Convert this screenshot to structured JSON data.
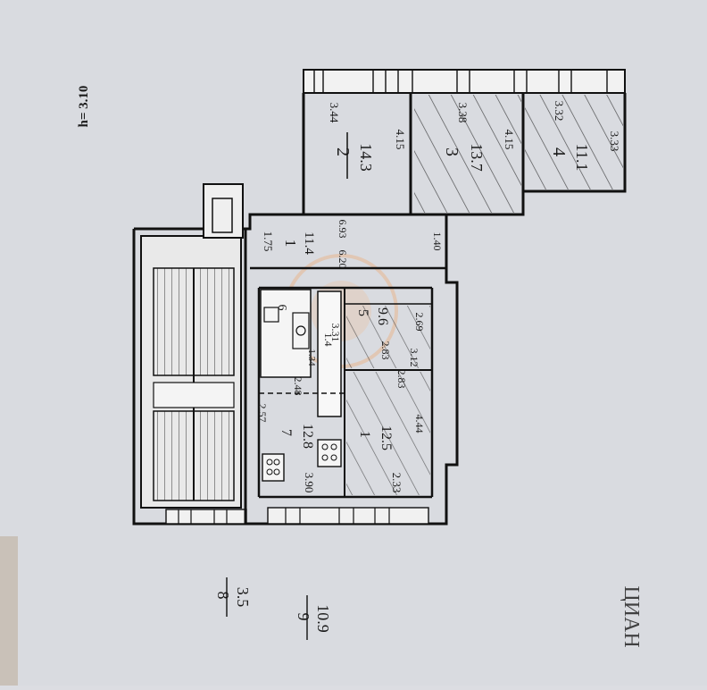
{
  "plan": {
    "ceiling_height": "h= 3.10",
    "rooms": [
      {
        "id": "2",
        "number": "2",
        "area": "14.3",
        "dims": [
          "3.44",
          "4.15"
        ]
      },
      {
        "id": "3",
        "number": "3",
        "area": "13.7",
        "dims": [
          "3.38",
          "4.15"
        ]
      },
      {
        "id": "4",
        "number": "4",
        "area": "11.1",
        "dims": [
          "3.32",
          "3.33"
        ]
      },
      {
        "id": "corridor",
        "number": "1",
        "area": "11.4",
        "dims": [
          "1.75",
          "6.20",
          "6.93",
          "1.40"
        ]
      },
      {
        "id": "5",
        "number": "5",
        "area": "9.6",
        "dims": [
          "3.31",
          "2.83",
          "2.69",
          "3.12"
        ]
      },
      {
        "id": "6",
        "number": "6",
        "area": "1.4",
        "dims": [
          "1.34"
        ]
      },
      {
        "id": "7",
        "number": "7",
        "area": "12.8",
        "dims": [
          "2.48",
          "3.90",
          "2.57"
        ]
      },
      {
        "id": "kitchen",
        "number": "1",
        "area": "12.5",
        "dims": [
          "2.33",
          "2.83",
          "4.44"
        ]
      }
    ],
    "legend": [
      {
        "number": "8",
        "area": "3.5"
      },
      {
        "number": "9",
        "area": "10.9"
      }
    ],
    "watermark": "ЦИАН"
  }
}
